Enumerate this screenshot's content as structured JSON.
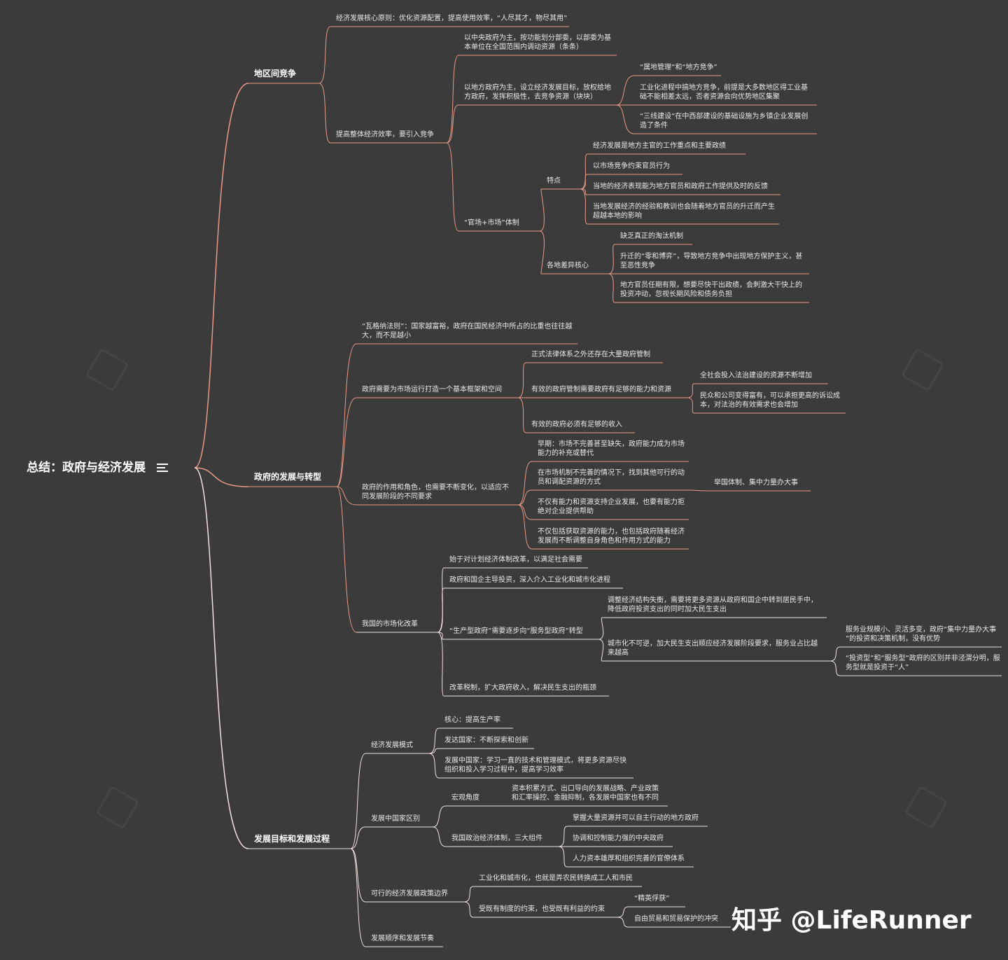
{
  "root": {
    "label": "总结：政府与经济发展"
  },
  "watermark": "知乎 @LifeRunner",
  "colors": {
    "edge_top": "#e89a86",
    "edge_bottom": "#f0e2de",
    "background": "#3b3b3b",
    "text": "#e8e8e8"
  },
  "icons": {
    "root_menu": "menu-lines-icon",
    "faint_logo": "xmind-logo-icon"
  },
  "nodes": [
    {
      "id": "a",
      "parent": "root",
      "label": "地区间竞争"
    },
    {
      "id": "a1",
      "parent": "a",
      "label": "经济发展核心原则：优化资源配置，提高使用效率，“人尽其才，物尽其用”"
    },
    {
      "id": "a2",
      "parent": "a",
      "label": "提高整体经济效率，要引入竞争"
    },
    {
      "id": "a2a",
      "parent": "a2",
      "label": "以中央政府为主，按功能划分部委，以部委为基\n本单位在全国范围内调动资源（条条）"
    },
    {
      "id": "a2b",
      "parent": "a2",
      "label": "以地方政府为主，设立经济发展目标，放权给地\n方政府，发挥积极性，去竞争资源（块块）"
    },
    {
      "id": "a2b1",
      "parent": "a2b",
      "label": "“属地管理”和“地方竞争”"
    },
    {
      "id": "a2b2",
      "parent": "a2b",
      "label": "工业化进程中搞地方竞争，前提是大多数地区得工业基\n础不能相差太远，否者资源会向优势地区集聚"
    },
    {
      "id": "a2b3",
      "parent": "a2b",
      "label": "“三线建设”在中西部建设的基础设施为乡镇企业发展创\n造了条件"
    },
    {
      "id": "a2c",
      "parent": "a2",
      "label": "“官场+市场”体制"
    },
    {
      "id": "a2c1",
      "parent": "a2c",
      "label": "特点"
    },
    {
      "id": "a2c1a",
      "parent": "a2c1",
      "label": "经济发展是地方主官的工作重点和主要政绩"
    },
    {
      "id": "a2c1b",
      "parent": "a2c1",
      "label": "以市场竞争约束官员行为"
    },
    {
      "id": "a2c1c",
      "parent": "a2c1",
      "label": "当地的经济表现能为地方官员和政府工作提供及时的反馈"
    },
    {
      "id": "a2c1d",
      "parent": "a2c1",
      "label": "当地发展经济的经验和教训也会随着地方官员的升迁而产生\n超越本地的影响"
    },
    {
      "id": "a2c2",
      "parent": "a2c",
      "label": "各地差异核心"
    },
    {
      "id": "a2c2a",
      "parent": "a2c2",
      "label": "缺乏真正的淘汰机制"
    },
    {
      "id": "a2c2b",
      "parent": "a2c2",
      "label": "升迁的“零和博弈”，导致地方竞争中出现地方保护主义，甚\n至恶性竞争"
    },
    {
      "id": "a2c2c",
      "parent": "a2c2",
      "label": "地方官员任期有限，想要尽快干出政绩，会刺激大干快上的\n投资冲动，忽视长期风险和债务负担"
    },
    {
      "id": "b",
      "parent": "root",
      "label": "政府的发展与转型"
    },
    {
      "id": "b1",
      "parent": "b",
      "label": "“瓦格纳法则”：国家越富裕，政府在国民经济中所占的比重也往往越\n大，而不是越小"
    },
    {
      "id": "b2",
      "parent": "b",
      "label": "政府需要为市场运行打造一个基本框架和空间"
    },
    {
      "id": "b2a",
      "parent": "b2",
      "label": "正式法律体系之外还存在大量政府管制"
    },
    {
      "id": "b2b",
      "parent": "b2",
      "label": "有效的政府管制需要政府有足够的能力和资源"
    },
    {
      "id": "b2b1",
      "parent": "b2b",
      "label": "全社会投入法治建设的资源不断增加"
    },
    {
      "id": "b2b2",
      "parent": "b2b",
      "label": "民众和公司变得富有，可以承担更高的诉讼成\n本，对法治的有效需求也会增加"
    },
    {
      "id": "b2c",
      "parent": "b2",
      "label": "有效的政府必须有足够的收入"
    },
    {
      "id": "b3",
      "parent": "b",
      "label": "政府的作用和角色，也需要不断变化，以适应不\n同发展阶段的不同要求"
    },
    {
      "id": "b3a",
      "parent": "b3",
      "label": "早期：市场不完善甚至缺失，政府能力成为市场\n能力的补充或替代"
    },
    {
      "id": "b3b",
      "parent": "b3",
      "label": "在市场机制不完善的情况下，找到其他可行的动\n员和调配资源的方式"
    },
    {
      "id": "b3b1",
      "parent": "b3b",
      "label": "举国体制、集中力量办大事"
    },
    {
      "id": "b3c",
      "parent": "b3",
      "label": "不仅有能力和资源支持企业发展，也要有能力拒\n绝对企业提供帮助"
    },
    {
      "id": "b3d",
      "parent": "b3",
      "label": "不仅包括获取资源的能力，也包括政府随着经济\n发展而不断调整自身角色和作用方式的能力"
    },
    {
      "id": "b4",
      "parent": "b",
      "label": "我国的市场化改革"
    },
    {
      "id": "b4a",
      "parent": "b4",
      "label": "始于对计划经济体制改革，以满足社会需要"
    },
    {
      "id": "b4b",
      "parent": "b4",
      "label": "政府和国企主导投资，深入介入工业化和城市化进程"
    },
    {
      "id": "b4c",
      "parent": "b4",
      "label": "“生产型政府”需要逐步向“服务型政府”转型"
    },
    {
      "id": "b4c1",
      "parent": "b4c",
      "label": "调整经济结构失衡，需要将更多资源从政府和国企中转到居民手中，\n降低政府投资支出的同时加大民生支出"
    },
    {
      "id": "b4c2",
      "parent": "b4c",
      "label": "城市化不可逆，加大民生支出顺应经济发展阶段要求，服务业占比越\n来越高"
    },
    {
      "id": "b4c2a",
      "parent": "b4c2",
      "label": "服务业规模小、灵活多变，政府“集中力量办大事\n”的投资和决策机制，没有优势"
    },
    {
      "id": "b4c2b",
      "parent": "b4c2",
      "label": "“投资型”和“服务型”政府的区别并非泾渭分明，服\n务型就是投资于“人”"
    },
    {
      "id": "b4d",
      "parent": "b4",
      "label": "改革税制，扩大政府收入，解决民生支出的瓶颈"
    },
    {
      "id": "c",
      "parent": "root",
      "label": "发展目标和发展过程"
    },
    {
      "id": "c1",
      "parent": "c",
      "label": "经济发展模式"
    },
    {
      "id": "c1a",
      "parent": "c1",
      "label": "核心：提高生产率"
    },
    {
      "id": "c1b",
      "parent": "c1",
      "label": "发达国家：不断探索和创新"
    },
    {
      "id": "c1c",
      "parent": "c1",
      "label": "发展中国家：学习一直的技术和管理模式，将更多资源尽快\n组织和投入学习过程中，提高学习效率"
    },
    {
      "id": "c2",
      "parent": "c",
      "label": "发展中国家区别"
    },
    {
      "id": "c2a",
      "parent": "c2",
      "label": "宏观角度"
    },
    {
      "id": "c2a1",
      "parent": "c2a",
      "label": "资本积累方式、出口导向的发展战略、产业政策\n和汇率操控、金融抑制，各发展中国家也有不同"
    },
    {
      "id": "c2b",
      "parent": "c2",
      "label": "我国政治经济体制，三大组件"
    },
    {
      "id": "c2b1",
      "parent": "c2b",
      "label": "掌握大量资源并可以自主行动的地方政府"
    },
    {
      "id": "c2b2",
      "parent": "c2b",
      "label": "协调和控制能力强的中央政府"
    },
    {
      "id": "c2b3",
      "parent": "c2b",
      "label": "人力资本雄厚和组织完善的官僚体系"
    },
    {
      "id": "c3",
      "parent": "c",
      "label": "可行的经济发展政策边界"
    },
    {
      "id": "c3a",
      "parent": "c3",
      "label": "工业化和城市化，也就是弄农民转换成工人和市民"
    },
    {
      "id": "c3b",
      "parent": "c3",
      "label": "受既有制度的约束，也受既有利益的约束"
    },
    {
      "id": "c3b1",
      "parent": "c3b",
      "label": "“精英俘获”"
    },
    {
      "id": "c3b2",
      "parent": "c3b",
      "label": "自由贸易和贸易保护的冲突"
    },
    {
      "id": "c4",
      "parent": "c",
      "label": "发展顺序和发展节奏"
    }
  ]
}
